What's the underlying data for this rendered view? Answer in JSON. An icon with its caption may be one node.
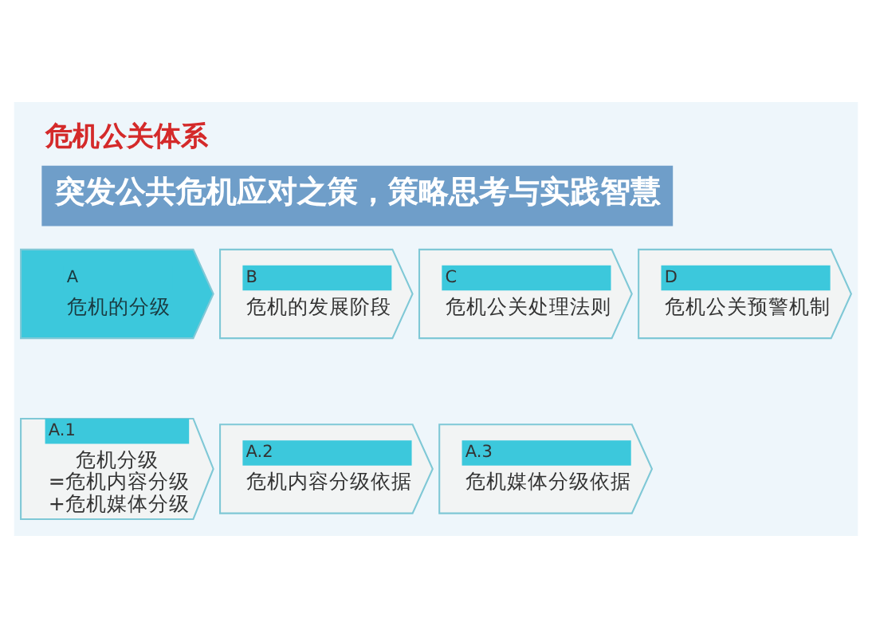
{
  "diagram": {
    "title": "危机公关体系",
    "caption": "突发公共危机应对之策，策略思考与实践智慧",
    "nodes": [
      {
        "text": [
          "A",
          "危机的分级"
        ]
      },
      {
        "text": [
          "B",
          "危机的发展阶段"
        ]
      },
      {
        "text": [
          "C",
          "危机公关处理法则"
        ]
      },
      {
        "text": [
          "D",
          "危机公关预警机制"
        ]
      },
      {
        "text": [
          "A.1",
          "危机分级 =危机内容分级 +危机媒体分级"
        ]
      },
      {
        "text": [
          "A.2",
          "危机内容分级依据"
        ]
      },
      {
        "text": [
          "A.3",
          "危机媒体分级依据"
        ]
      }
    ]
  }
}
